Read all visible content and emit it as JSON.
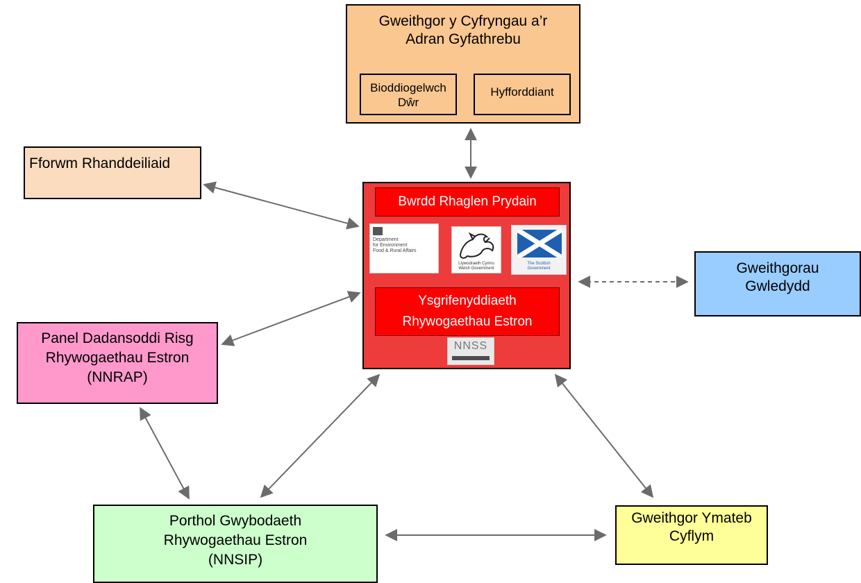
{
  "media": {
    "title_line1": "Gweithgor y Cyfryngau a’r",
    "title_line2": "Adran Gyfathrebu",
    "sub1_line1": "Bioddiogelwch",
    "sub1_line2": "Dŵr",
    "sub2": "Hyfforddiant"
  },
  "forum": {
    "title": "Fforwm Rhanddeiliaid"
  },
  "board": {
    "title": "Bwrdd Rhaglen Prydain",
    "secretariat_line1": "Ysgrifenyddiaeth",
    "secretariat_line2": "Rhywogaethau Estron",
    "logos": {
      "defra_line1": "Department",
      "defra_line2": "for Environment",
      "defra_line3": "Food & Rural Affairs",
      "welsh_line1": "Llywodraeth Cymru",
      "welsh_line2": "Welsh Government",
      "scot_line1": "The Scottish",
      "scot_line2": "Government",
      "nnss": "NNSS"
    }
  },
  "countries": {
    "line1": "Gweithgorau",
    "line2": "Gwledydd"
  },
  "rap": {
    "line1": "Panel Dadansoddi Risg",
    "line2": "Rhywogaethau Estron",
    "line3": "(NNRAP)"
  },
  "portal": {
    "line1": "Porthol Gwybodaeth",
    "line2": "Rhywogaethau Estron",
    "line3": "(NNSIP)"
  },
  "rapid": {
    "line1": "Gweithgor Ymateb",
    "line2": "Cyflym"
  },
  "colors": {
    "media": "#fac791",
    "forum": "#fcdcbf",
    "board": "#ee3b3b",
    "board_label": "#ff0000",
    "countries": "#99ccff",
    "rap": "#ff99cc",
    "portal": "#ccffcc",
    "rapid": "#ffff99",
    "arrow": "#6b6b6b"
  }
}
